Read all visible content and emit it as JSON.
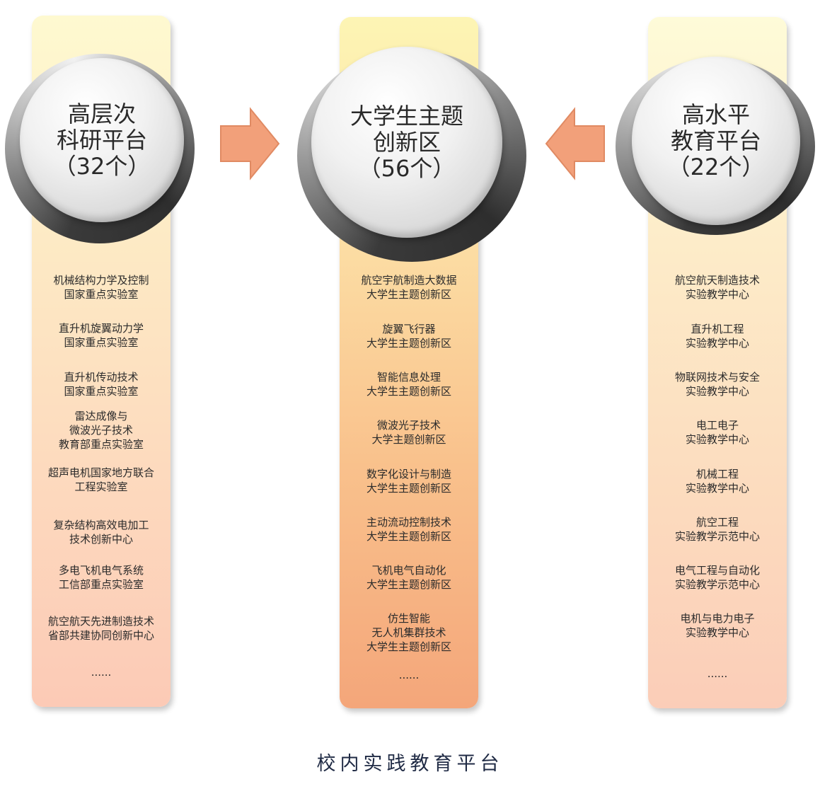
{
  "left": {
    "title": [
      "高层次",
      "科研平台",
      "（32个）"
    ],
    "items": [
      [
        "机械结构力学及控制",
        "国家重点实验室"
      ],
      [
        "直升机旋翼动力学",
        "国家重点实验室"
      ],
      [
        "直升机传动技术",
        "国家重点实验室"
      ],
      [
        "雷达成像与",
        "微波光子技术",
        "教育部重点实验室"
      ],
      [
        "超声电机国家地方联合",
        "工程实验室"
      ],
      [
        "复杂结构高效电加工",
        "技术创新中心"
      ],
      [
        "多电飞机电气系统",
        "工信部重点实验室"
      ],
      [
        "航空航天先进制造技术",
        "省部共建协同创新中心"
      ],
      [
        "......"
      ]
    ]
  },
  "center": {
    "title": [
      "大学生主题",
      "创新区",
      "（56个）"
    ],
    "items": [
      [
        "航空宇航制造大数据",
        "大学生主题创新区"
      ],
      [
        "旋翼飞行器",
        "大学生主题创新区"
      ],
      [
        "智能信息处理",
        "大学生主题创新区"
      ],
      [
        "微波光子技术",
        "大学主题创新区"
      ],
      [
        "数字化设计与制造",
        "大学生主题创新区"
      ],
      [
        "主动流动控制技术",
        "大学生主题创新区"
      ],
      [
        "飞机电气自动化",
        "大学生主题创新区"
      ],
      [
        "仿生智能",
        "无人机集群技术",
        "大学生主题创新区"
      ],
      [
        "......"
      ]
    ]
  },
  "right": {
    "title": [
      "高水平",
      "教育平台",
      "（22个）"
    ],
    "items": [
      [
        "航空航天制造技术",
        "实验教学中心"
      ],
      [
        "直升机工程",
        "实验教学中心"
      ],
      [
        "物联网技术与安全",
        "实验教学中心"
      ],
      [
        "电工电子",
        "实验教学中心"
      ],
      [
        "机械工程",
        "实验教学中心"
      ],
      [
        "航空工程",
        "实验教学示范中心"
      ],
      [
        "电气工程与自动化",
        "实验教学示范中心"
      ],
      [
        "电机与电力电子",
        "实验教学中心"
      ],
      [
        "......"
      ]
    ]
  },
  "caption": "校内实践教育平台",
  "colors": {
    "arrow": "#f2a07a",
    "arrow_dark": "#e08a63"
  }
}
